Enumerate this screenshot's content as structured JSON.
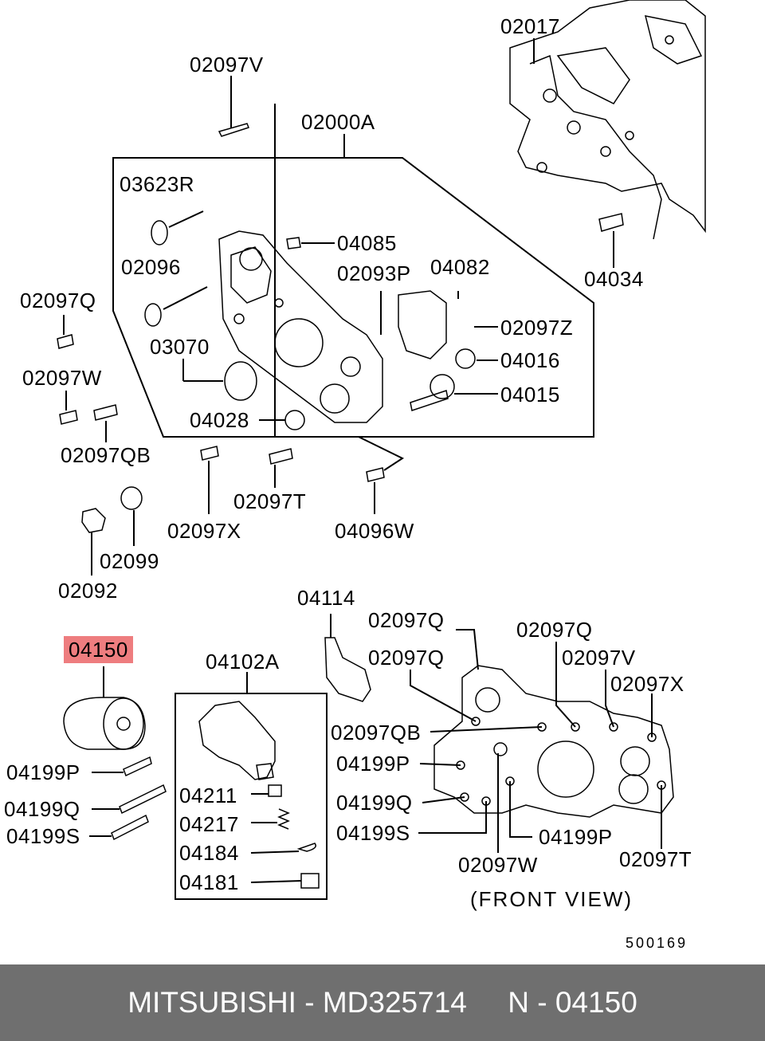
{
  "diagram": {
    "labels": {
      "02017": "02017",
      "02097V_top": "02097V",
      "02000A": "02000A",
      "03623R": "03623R",
      "04085": "04085",
      "02096": "02096",
      "02093P": "02093P",
      "04082": "04082",
      "04034": "04034",
      "02097Q_left": "02097Q",
      "02097Z": "02097Z",
      "03070": "03070",
      "04016": "04016",
      "02097W_left": "02097W",
      "04015": "04015",
      "04028": "04028",
      "02097QB_left": "02097QB",
      "02097T_mid": "02097T",
      "02097X_mid": "02097X",
      "04096W": "04096W",
      "02099": "02099",
      "02092": "02092",
      "04114": "04114",
      "02097Q_fv1": "02097Q",
      "02097Q_fv2": "02097Q",
      "02097Q_fv3": "02097Q",
      "04150": "04150",
      "04102A": "04102A",
      "02097V_fv": "02097V",
      "02097X_fv": "02097X",
      "02097QB_fv": "02097QB",
      "04199P_left": "04199P",
      "04199P_fv": "04199P",
      "04211": "04211",
      "04199Q_left": "04199Q",
      "04199Q_fv": "04199Q",
      "04217": "04217",
      "04199S_left": "04199S",
      "04199S_fv": "04199S",
      "04199P_fv2": "04199P",
      "04184": "04184",
      "02097W_fv": "02097W",
      "02097T_fv": "02097T",
      "04181": "04181",
      "front_view": "(FRONT  VIEW)",
      "drawing_no": "500169"
    },
    "highlight_color": "#ee7d7f"
  },
  "footer": {
    "brand": "MITSUBISHI",
    "sep1": " - ",
    "part_number": "MD325714",
    "gap": "     ",
    "ref": "N - 04150",
    "background": "#6f6f6f"
  }
}
